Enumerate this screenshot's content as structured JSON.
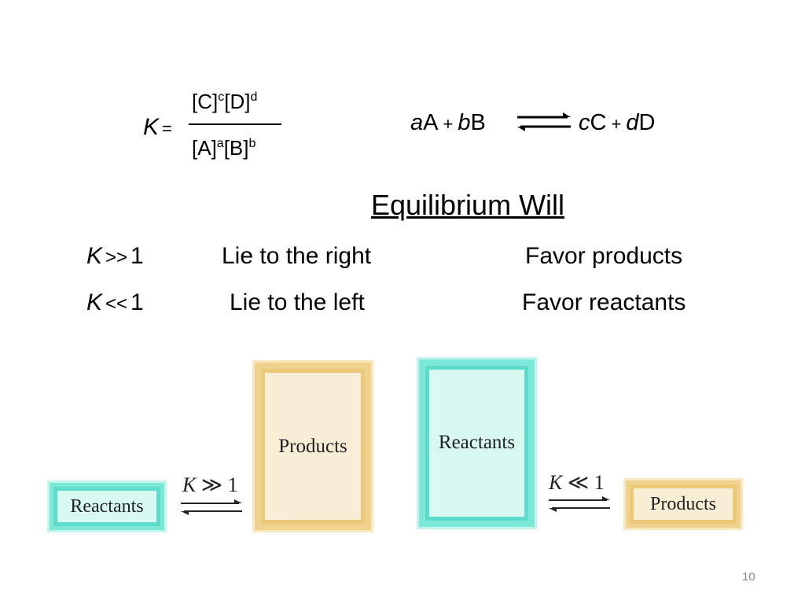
{
  "expression": {
    "lhs_symbol": "K",
    "equals": "=",
    "numerator": {
      "t1": "[C]",
      "e1": "c",
      "t2": "[D]",
      "e2": "d"
    },
    "denominator": {
      "t1": "[A]",
      "e1": "a",
      "t2": "[B]",
      "e2": "b"
    }
  },
  "reaction": {
    "a": "a",
    "A": "A",
    "plus1": "+",
    "b": "b",
    "B": "B",
    "c": "c",
    "C": "C",
    "plus2": "+",
    "d": "d",
    "D": "D"
  },
  "heading": "Equilibrium Will",
  "rows": [
    {
      "k": "K",
      "cmp": ">>",
      "one": "1",
      "lie": "Lie to the right",
      "favor": "Favor products"
    },
    {
      "k": "K",
      "cmp": "<<",
      "one": "1",
      "lie": "Lie to the left",
      "favor": "Favor reactants"
    }
  ],
  "diagrams": {
    "left": {
      "small_label": "Reactants",
      "large_label": "Products",
      "k": "K",
      "relation": "≫",
      "one": "1"
    },
    "right": {
      "large_label": "Reactants",
      "small_label": "Products",
      "k": "K",
      "relation": "≪",
      "one": "1"
    }
  },
  "page_number": "10"
}
